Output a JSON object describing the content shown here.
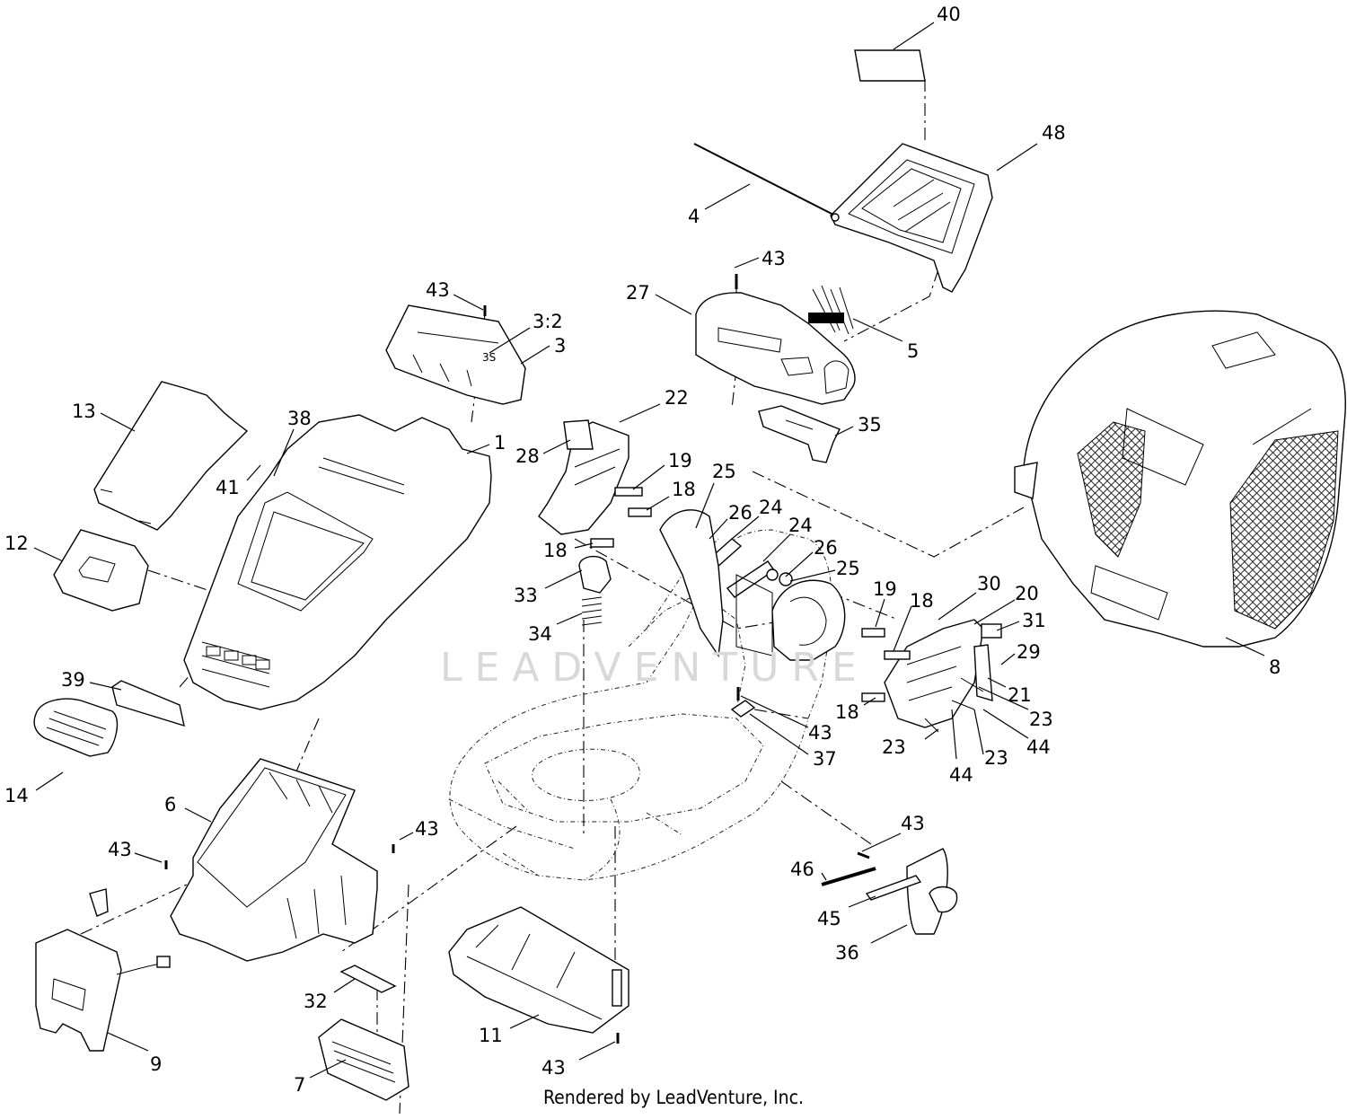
{
  "diagram": {
    "watermark": "LEADVENTURE",
    "footer": "Rendered by LeadVenture, Inc.",
    "callouts": [
      {
        "id": "c40",
        "label": "40"
      },
      {
        "id": "c48",
        "label": "48"
      },
      {
        "id": "c4",
        "label": "4"
      },
      {
        "id": "c43a",
        "label": "43"
      },
      {
        "id": "c27",
        "label": "27"
      },
      {
        "id": "c5",
        "label": "5"
      },
      {
        "id": "c43b",
        "label": "43"
      },
      {
        "id": "c3-2",
        "label": "3:2"
      },
      {
        "id": "c3",
        "label": "3"
      },
      {
        "id": "c13",
        "label": "13"
      },
      {
        "id": "c38",
        "label": "38"
      },
      {
        "id": "c1",
        "label": "1"
      },
      {
        "id": "c22",
        "label": "22"
      },
      {
        "id": "c35",
        "label": "35"
      },
      {
        "id": "c28",
        "label": "28"
      },
      {
        "id": "c19a",
        "label": "19"
      },
      {
        "id": "c25a",
        "label": "25"
      },
      {
        "id": "c41",
        "label": "41"
      },
      {
        "id": "c18a",
        "label": "18"
      },
      {
        "id": "c26a",
        "label": "26"
      },
      {
        "id": "c24a",
        "label": "24"
      },
      {
        "id": "c24b",
        "label": "24"
      },
      {
        "id": "c12",
        "label": "12"
      },
      {
        "id": "c18b",
        "label": "18"
      },
      {
        "id": "c26b",
        "label": "26"
      },
      {
        "id": "c25b",
        "label": "25"
      },
      {
        "id": "c33",
        "label": "33"
      },
      {
        "id": "c19b",
        "label": "19"
      },
      {
        "id": "c18c",
        "label": "18"
      },
      {
        "id": "c30",
        "label": "30"
      },
      {
        "id": "c20",
        "label": "20"
      },
      {
        "id": "c31",
        "label": "31"
      },
      {
        "id": "c29",
        "label": "29"
      },
      {
        "id": "c34",
        "label": "34"
      },
      {
        "id": "c8",
        "label": "8"
      },
      {
        "id": "c39",
        "label": "39"
      },
      {
        "id": "c21",
        "label": "21"
      },
      {
        "id": "c18d",
        "label": "18"
      },
      {
        "id": "c23a",
        "label": "23"
      },
      {
        "id": "c43c",
        "label": "43"
      },
      {
        "id": "c44a",
        "label": "44"
      },
      {
        "id": "c23b",
        "label": "23"
      },
      {
        "id": "c37",
        "label": "37"
      },
      {
        "id": "c23c",
        "label": "23"
      },
      {
        "id": "c44b",
        "label": "44"
      },
      {
        "id": "c14",
        "label": "14"
      },
      {
        "id": "c6",
        "label": "6"
      },
      {
        "id": "c43d",
        "label": "43"
      },
      {
        "id": "c43e",
        "label": "43"
      },
      {
        "id": "c43f",
        "label": "43"
      },
      {
        "id": "c46",
        "label": "46"
      },
      {
        "id": "c45",
        "label": "45"
      },
      {
        "id": "c36",
        "label": "36"
      },
      {
        "id": "c32",
        "label": "32"
      },
      {
        "id": "c11",
        "label": "11"
      },
      {
        "id": "c9",
        "label": "9"
      },
      {
        "id": "c43g",
        "label": "43"
      },
      {
        "id": "c7",
        "label": "7"
      }
    ]
  }
}
